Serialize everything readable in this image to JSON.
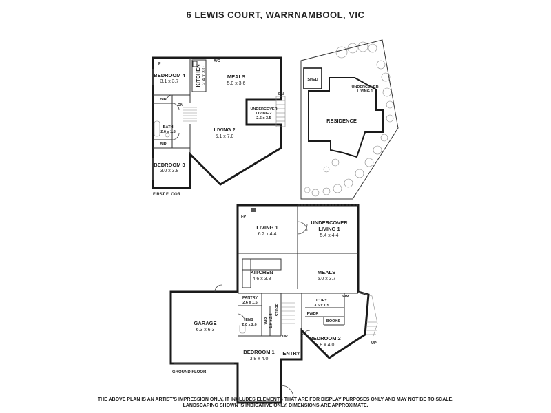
{
  "title": "6 LEWIS COURT, WARRNAMBOOL, VIC",
  "first_floor": {
    "label": "FIRST FLOOR",
    "rooms": {
      "bedroom4": {
        "name": "BEDROOM 4",
        "dim": "3.1 x 3.7"
      },
      "kitchen": {
        "name": "KITCHEN",
        "dim": "2.4 x 3.0"
      },
      "meals": {
        "name": "MEALS",
        "dim": "5.0 x 3.6"
      },
      "bir_top": {
        "name": "BIR"
      },
      "bath": {
        "name": "BATH",
        "dim": "2.6 x 1.8"
      },
      "bir_bottom": {
        "name": "BIR"
      },
      "bedroom3": {
        "name": "BEDROOM 3",
        "dim": "3.0 x 3.8"
      },
      "living2": {
        "name": "LIVING 2",
        "dim": "5.1 x 7.0"
      },
      "undercover2": {
        "name": "UNDERCOVER LIVING 2",
        "line1": "UNDERCOVER",
        "line2": "LIVING 2",
        "dim": "2.5 x 3.5"
      }
    },
    "marks": {
      "f": "F",
      "ac": "A/C",
      "dn1": "DN",
      "dn2": "DN"
    }
  },
  "site": {
    "shed": "SHED",
    "residence": "RESIDENCE",
    "undercover_line1": "UNDERCOVER",
    "undercover_line2": "LIVING 1"
  },
  "ground_floor": {
    "label": "GROUND FLOOR",
    "rooms": {
      "living1": {
        "name": "LIVING 1",
        "dim": "6.2 x 4.4"
      },
      "undercover1": {
        "line1": "UNDERCOVER",
        "line2": "LIVING 1",
        "dim": "5.4 x 4.4"
      },
      "kitchen": {
        "name": "KITCHEN",
        "dim": "4.6 x 3.8"
      },
      "meals": {
        "name": "MEALS",
        "dim": "5.0 x 3.7"
      },
      "pantry": {
        "name": "PANTRY",
        "dim": "2.6 x 1.5"
      },
      "garage": {
        "name": "GARAGE",
        "dim": "6.3 x 6.3"
      },
      "ens": {
        "name": "ENS",
        "dim": "2.0 x 2.0"
      },
      "wir": {
        "name": "WIR",
        "dim": "1.9 x 2.6"
      },
      "store": {
        "name": "STORE"
      },
      "ldry": {
        "name": "L'DRY",
        "dim": "3.6 x 1.5"
      },
      "wm": {
        "name": "WM"
      },
      "pwdr": {
        "name": "PWDR"
      },
      "books": {
        "name": "BOOKS"
      },
      "bedroom1": {
        "name": "BEDROOM 1",
        "dim": "3.8 x 4.0"
      },
      "bedroom2": {
        "name": "BEDROOM 2",
        "dim": "3.8 x 4.0"
      },
      "entry": {
        "name": "ENTRY"
      }
    },
    "marks": {
      "fp": "FP",
      "up1": "UP",
      "up2": "UP"
    }
  },
  "disclaimer": {
    "line1": "THE ABOVE PLAN IS AN ARTIST'S IMPRESSION ONLY, IT INCLUDES ELEMENTS THAT ARE FOR DISPLAY PURPOSES ONLY AND MAY NOT BE TO SCALE.",
    "line2": "LANDSCAPING SHOWN IS INDICATIVE ONLY. DIMENSIONS ARE APPROXIMATE."
  }
}
